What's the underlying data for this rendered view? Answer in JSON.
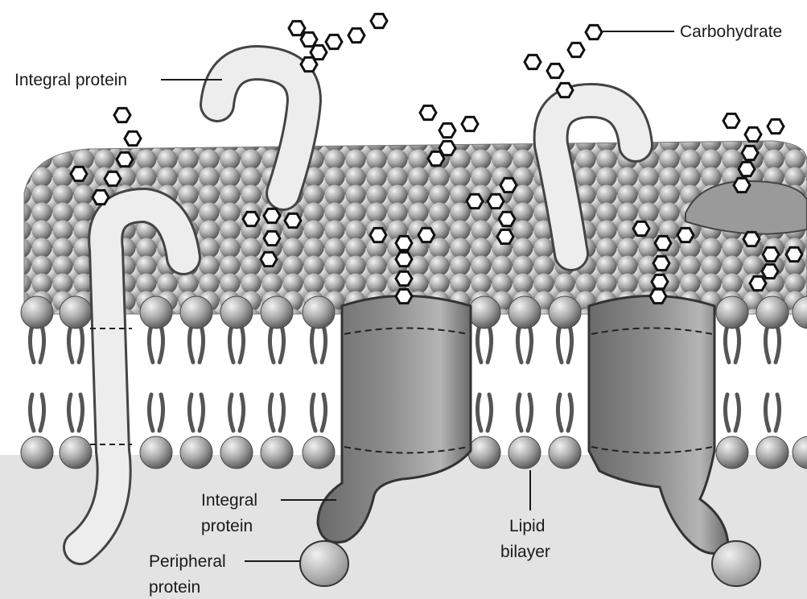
{
  "labels": {
    "carbohydrate": "Carbohydrate",
    "integral_protein_top": "Integral protein",
    "integral_protein_bottom_line1": "Integral",
    "integral_protein_bottom_line2": "protein",
    "peripheral_protein_line1": "Peripheral",
    "peripheral_protein_line2": "protein",
    "lipid_bilayer_line1": "Lipid",
    "lipid_bilayer_line2": "bilayer"
  },
  "colors": {
    "background": "#ffffff",
    "cytoplasm": "#e3e3e3",
    "lipid_head": "#a9a9a9",
    "lipid_tail": "#555555",
    "integral_protein_dark": "#7a7a7a",
    "tube_protein_light": "#e9e9e9",
    "peripheral_protein": "#bdbdbd",
    "carbohydrate_stroke": "#111111"
  }
}
